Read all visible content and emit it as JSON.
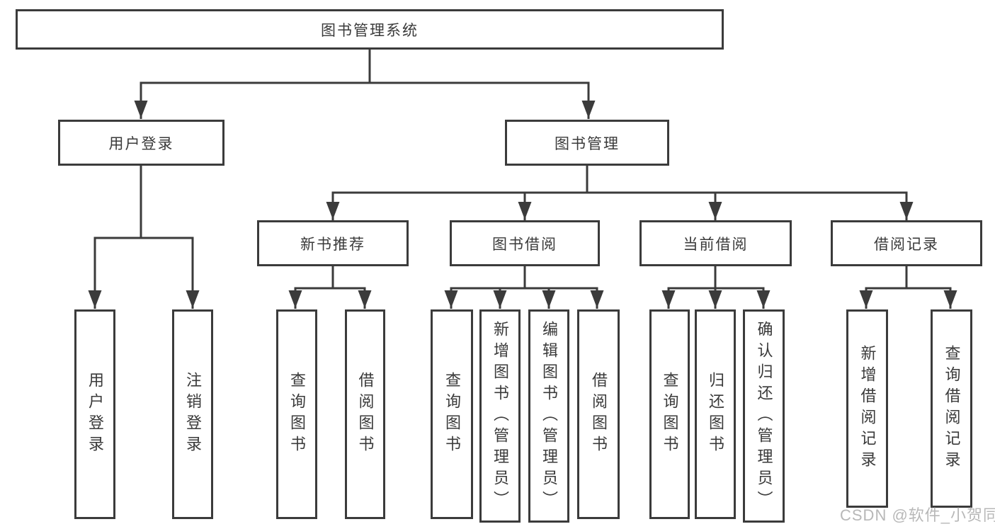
{
  "diagram_title": "图书管理系统",
  "colors": {
    "line": "#3b3b3b",
    "text": "#3a3a3a",
    "background": "#ffffff",
    "watermark": "#a8a8a8"
  },
  "tree": {
    "label": "图书管理系统",
    "children": [
      {
        "label": "用户登录",
        "children": [
          {
            "label": "用户登录"
          },
          {
            "label": "注销登录"
          }
        ]
      },
      {
        "label": "图书管理",
        "children": [
          {
            "label": "新书推荐",
            "children": [
              {
                "label": "查询图书"
              },
              {
                "label": "借阅图书"
              }
            ]
          },
          {
            "label": "图书借阅",
            "children": [
              {
                "label": "查询图书"
              },
              {
                "label": "新增图书（管理员）"
              },
              {
                "label": "编辑图书（管理员）"
              },
              {
                "label": "借阅图书"
              }
            ]
          },
          {
            "label": "当前借阅",
            "children": [
              {
                "label": "查询图书"
              },
              {
                "label": "归还图书"
              },
              {
                "label": "确认归还（管理员）"
              }
            ]
          },
          {
            "label": "借阅记录",
            "children": [
              {
                "label": "新增借阅记录"
              },
              {
                "label": "查询借阅记录"
              }
            ]
          }
        ]
      }
    ]
  },
  "watermark": "CSDN @软件_小贺同学"
}
